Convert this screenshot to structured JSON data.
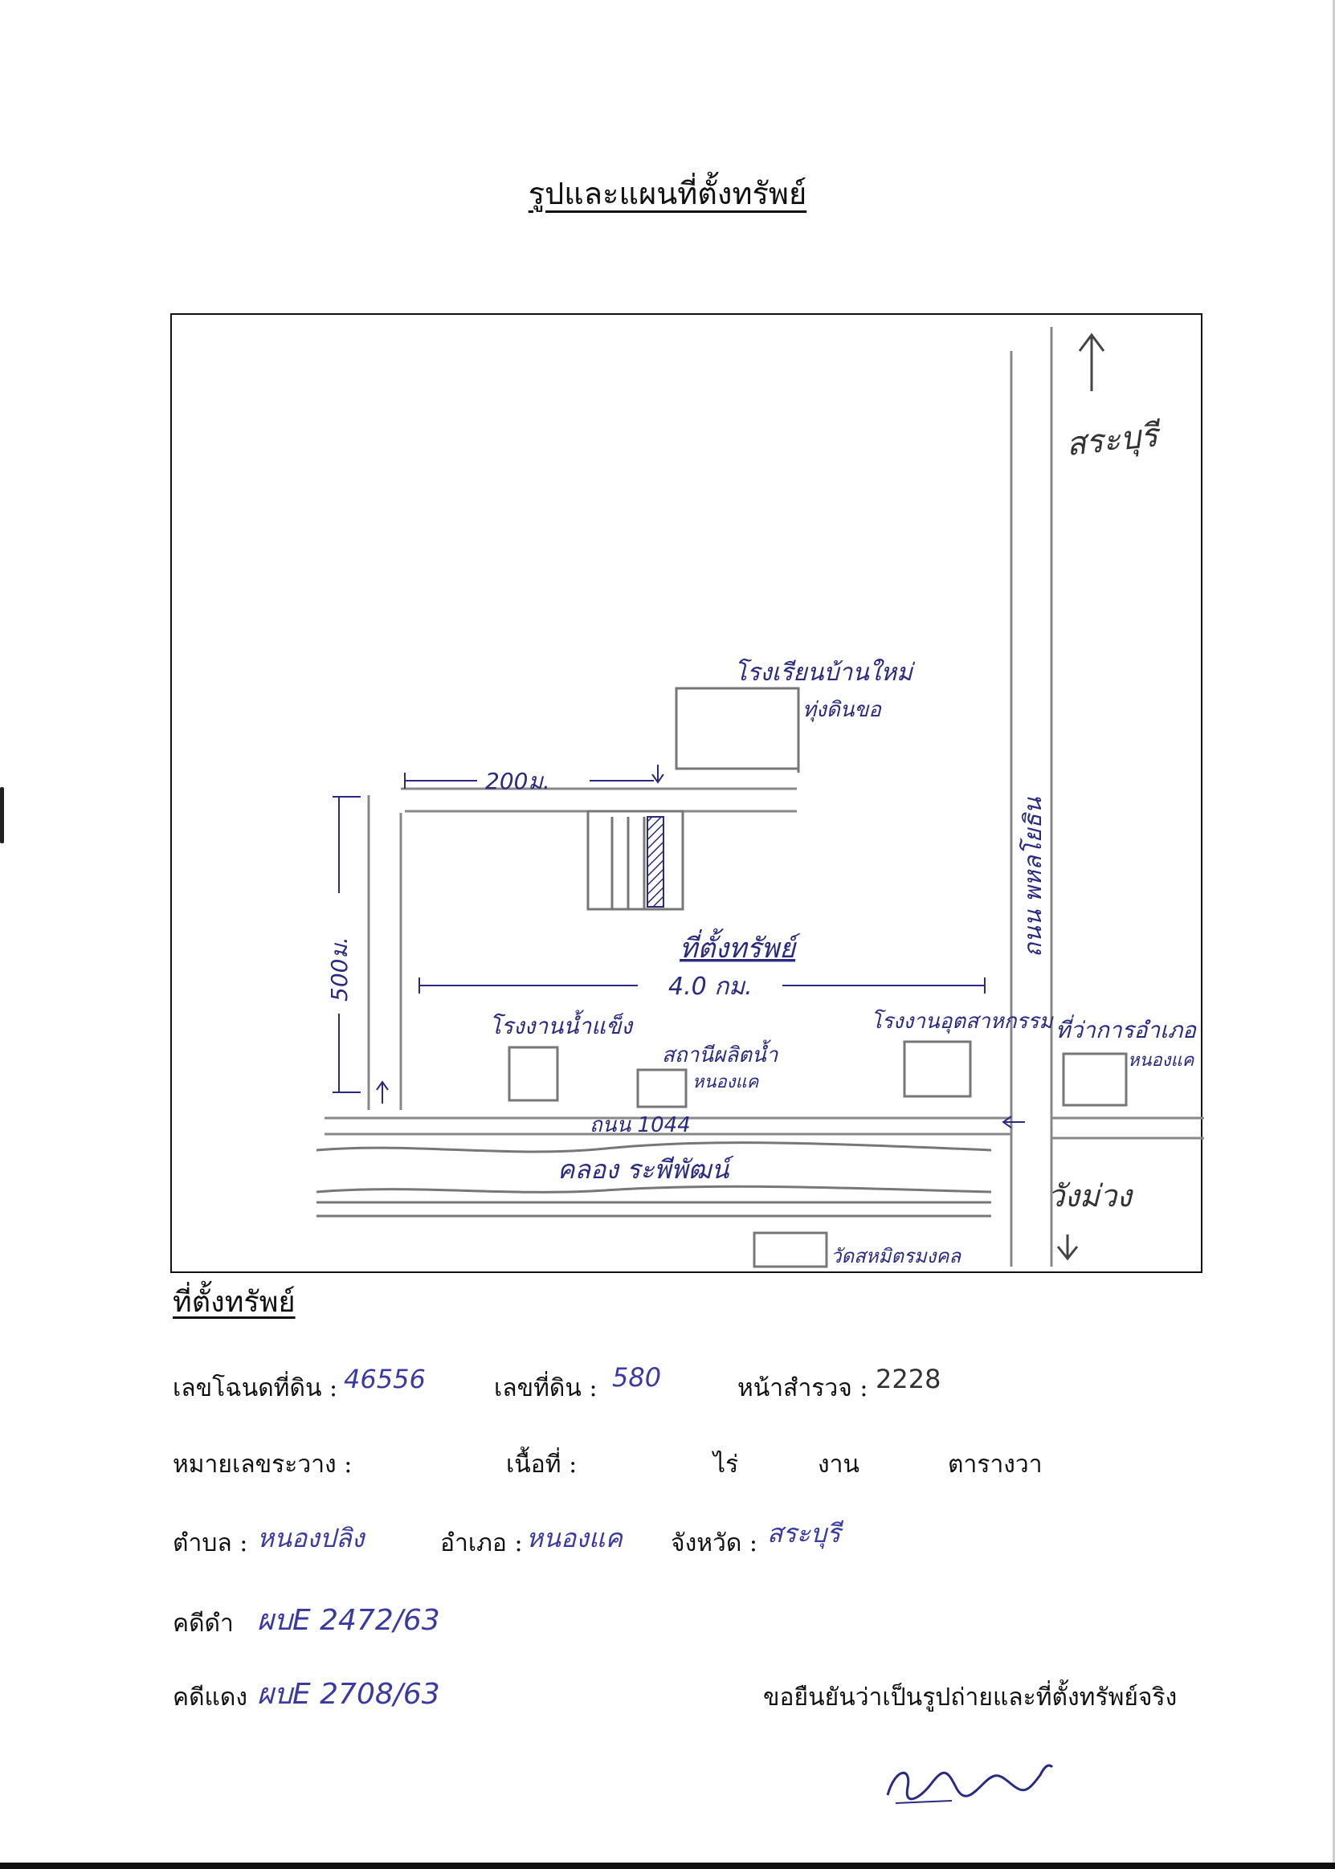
{
  "title": "รูปและแผนที่ตั้งทรัพย์",
  "map": {
    "direction_north": "สระบุรี",
    "direction_south": "วังม่วง",
    "road_vertical": "ถนน พหลโยธิน",
    "road_horizontal": "ถนน 1044",
    "canal": "คลอง ระพีพัฒน์",
    "school_top_line1": "โรงเรียนบ้านใหม่",
    "school_top_line2": "ทุ่งดินขอ",
    "distance_200": "200ม.",
    "distance_vertical": "500ม.",
    "distance_horizontal": "4.0 กม.",
    "property_label": "ที่ตั้งทรัพย์",
    "factory_left": "โรงงานน้ำแข็ง",
    "water_plant_line1": "สถานีผลิตน้ำ",
    "water_plant_line2": "หนองแค",
    "factory_right": "โรงงานอุตสาหกรรม",
    "district_office_line1": "ที่ว่าการอำเภอ",
    "district_office_line2": "หนองแค",
    "temple": "วัดสหมิตรมงคล"
  },
  "property": {
    "section_heading": "ที่ตั้งทรัพย์",
    "deed_no_label": "เลขโฉนดที่ดิน :",
    "deed_no_value": "46556",
    "land_no_label": "เลขที่ดิน :",
    "land_no_value": "580",
    "survey_page_label": "หน้าสำรวจ :",
    "survey_page_value": "2228",
    "sheet_no_label": "หมายเลขระวาง :",
    "area_label": "เนื้อที่ :",
    "rai_label": "ไร่",
    "ngan_label": "งาน",
    "sqwa_label": "ตารางวา",
    "tambon_label": "ตำบล :",
    "tambon_value": "หนองปลิง",
    "amphoe_label": "อำเภอ :",
    "amphoe_value": "หนองแค",
    "province_label": "จังหวัด :",
    "province_value": "สระบุรี",
    "black_case_label": "คดีดำ",
    "black_case_value": "ผบE 2472/63",
    "red_case_label": "คดีแดง",
    "red_case_value": "ผบE 2708/63",
    "certification": "ขอยืนยันว่าเป็นรูปถ่ายและที่ตั้งทรัพย์จริง"
  }
}
